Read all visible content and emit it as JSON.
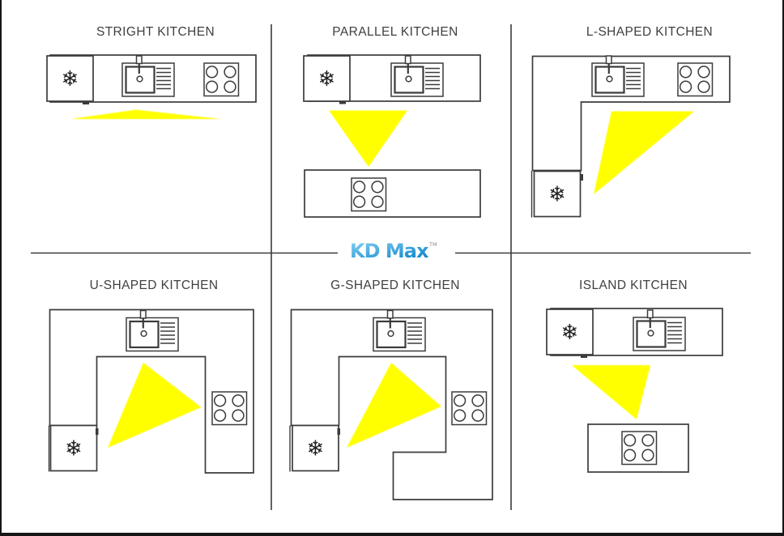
{
  "page": {
    "background": "#ffffff"
  },
  "colors": {
    "line": "#3b3b3b",
    "triangle_fill": "#ffff00",
    "title_text": "#3f3f3f",
    "logo_light": "#8ad4f4",
    "logo_dark": "#0d86cc",
    "tm_text": "#8a8a8a",
    "border": "#161616"
  },
  "logo": {
    "text": "KD Max",
    "tm": "TM"
  },
  "icons": {
    "snowflake_glyph": "❄"
  },
  "panels": [
    {
      "title": "STRIGHT KITCHEN",
      "layout": "straight",
      "appliances": [
        "refrigerator",
        "sink",
        "hob"
      ],
      "work_triangle": true
    },
    {
      "title": "PARALLEL KITCHEN",
      "layout": "parallel",
      "appliances": [
        "refrigerator",
        "sink",
        "hob"
      ],
      "work_triangle": true
    },
    {
      "title": "L-SHAPED KITCHEN",
      "layout": "l-shaped",
      "appliances": [
        "refrigerator",
        "sink",
        "hob"
      ],
      "work_triangle": true
    },
    {
      "title": "U-SHAPED KITCHEN",
      "layout": "u-shaped",
      "appliances": [
        "refrigerator",
        "sink",
        "hob"
      ],
      "work_triangle": true
    },
    {
      "title": "G-SHAPED KITCHEN",
      "layout": "g-shaped",
      "appliances": [
        "refrigerator",
        "sink",
        "hob"
      ],
      "work_triangle": true
    },
    {
      "title": "ISLAND KITCHEN",
      "layout": "island",
      "appliances": [
        "refrigerator",
        "sink",
        "hob"
      ],
      "work_triangle": true
    }
  ]
}
